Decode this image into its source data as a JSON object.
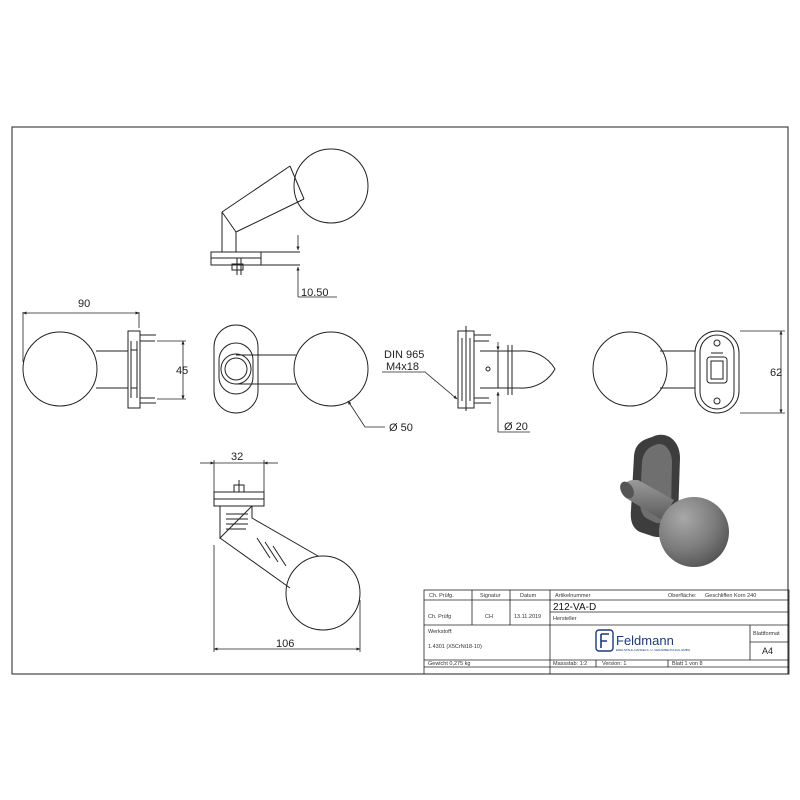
{
  "dimensions": {
    "top_offset": "10.50",
    "width_90": "90",
    "height_45": "45",
    "thread": "DIN 965",
    "thread_size": "M4x18",
    "ball_dia": "Ø 50",
    "neck_dia": "Ø 20",
    "rose_62": "62",
    "bottom_32": "32",
    "bottom_106": "106"
  },
  "title_block": {
    "header_labels": [
      "Ch. Prüfg.",
      "Signatur",
      "Datum",
      "Artikelnummer",
      "Oberfläche:",
      "Geschliffen Korn 240"
    ],
    "pruefer": "Ch. Prüfg",
    "signatur": "CH",
    "datum": "13.11.2019",
    "artikelnummer": "212-VA-D",
    "hersteller_label": "Hersteller",
    "werkstoff_label": "Werkstoff:",
    "werkstoff": "1.4301 (X5CrNi18-10)",
    "gewicht": "Gewicht 0,275 kg",
    "massstab": "Massstab: 1:2",
    "version": "Version: 1",
    "blatt": "Blatt 1 von 8",
    "blattformat_label": "Blattformat",
    "blattformat": "A4",
    "logo_name": "Feldmann",
    "logo_sub": "EDELSTAHL-HANDELS- U.-VERARBEITUNGS-GMBH"
  },
  "colors": {
    "line": "#222222",
    "iso_dark": "#4a4a4a",
    "iso_mid": "#7a7a7a",
    "iso_light": "#a3a3a3",
    "logo_blue": "#1d3c78"
  }
}
